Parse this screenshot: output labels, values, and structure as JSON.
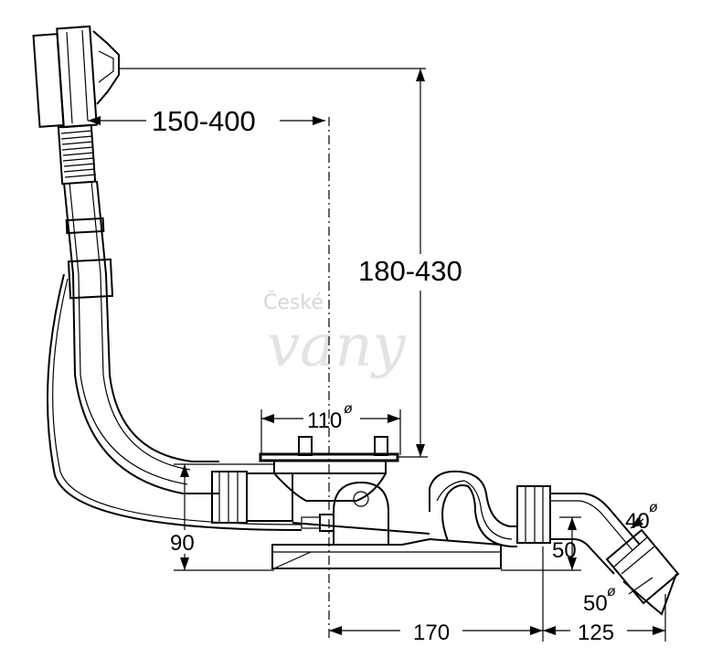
{
  "dimensions": {
    "overflow_reach": "150-400",
    "height_range": "180-430",
    "waste_diameter": "110",
    "outlet_angle_diameter": "40",
    "outlet_diameter": "50",
    "body_height": "90",
    "outlet_height": "50",
    "outlet_offset": "170",
    "outlet_length": "125"
  },
  "diameter_symbol": "ø",
  "watermark": {
    "line1": "České",
    "line2": "vany"
  }
}
